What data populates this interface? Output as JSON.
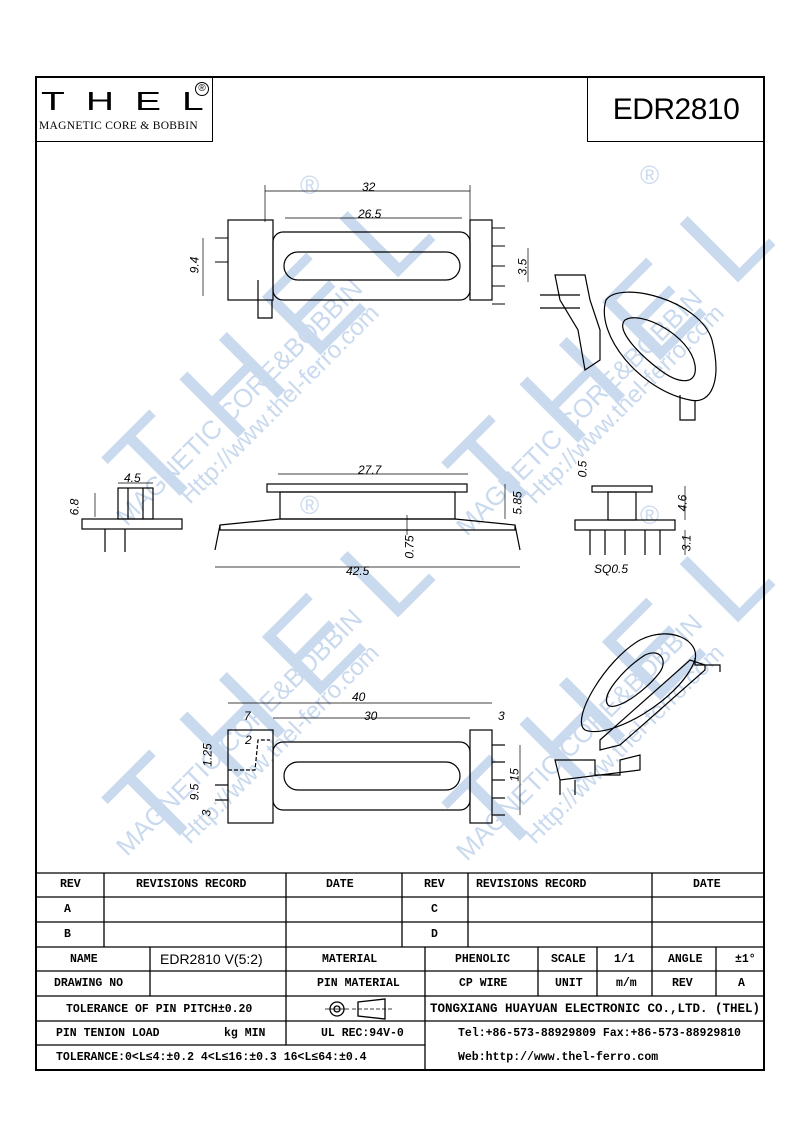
{
  "header": {
    "logo_word": "THEL",
    "logo_registered": "®",
    "logo_subtitle": "MAGNETIC CORE & BOBBIN",
    "model": "EDR2810"
  },
  "watermark": {
    "brand": "THEL",
    "subtitle": "MAGNETIC CORE&BOBBIN",
    "url": "Http://www.thel-ferro.com",
    "registered": "®"
  },
  "dimensions": {
    "top_view": {
      "overall_width": "32",
      "window_width": "26.5",
      "height": "9.4",
      "pin_pitch": "3.5"
    },
    "side_left": {
      "width": "4.5",
      "height": "6.8"
    },
    "front_view": {
      "flange_width": "27.7",
      "height": "5.85",
      "thickness": "0.75",
      "overall_width": "42.5"
    },
    "side_right": {
      "top": "0.5",
      "height": "4.6",
      "pin_length": "3.1",
      "pin_size": "SQ0.5"
    },
    "bottom_view": {
      "overall_width": "40",
      "window_width": "30",
      "left_offset": "7",
      "right_offset": "3",
      "step": "2",
      "pitch": "1.25",
      "pin_span": "9.5",
      "pin_pitch": "3",
      "height": "15"
    }
  },
  "title_block": {
    "rev_header": "REV",
    "revisions_header": "REVISIONS RECORD",
    "date_header": "DATE",
    "rev_a": "A",
    "rev_b": "B",
    "rev_c": "C",
    "rev_d": "D",
    "name_label": "NAME",
    "name_value": "EDR2810 V(5:2)",
    "material_label": "MATERIAL",
    "material_value": "PHENOLIC",
    "scale_label": "SCALE",
    "scale_value": "1/1",
    "angle_label": "ANGLE",
    "angle_value": "±1°",
    "drawing_no_label": "DRAWING NO",
    "pin_material_label": "PIN MATERIAL",
    "pin_material_value": "CP WIRE",
    "unit_label": "UNIT",
    "unit_value": "m/m",
    "rev_label": "REV",
    "rev_value": "A",
    "pin_pitch_tolerance": "TOLERANCE OF PIN PITCH±0.20",
    "company": "TONGXIANG HUAYUAN ELECTRONIC CO.,LTD. (THEL)",
    "pin_tension_label": "PIN TENION LOAD",
    "pin_tension_unit": "kg MIN",
    "ul_rec": "UL REC:94V-0",
    "tel_fax": "Tel:+86-573-88929809 Fax:+86-573-88929810",
    "tolerance": "TOLERANCE:0<L≤4:±0.2  4<L≤16:±0.3  16<L≤64:±0.4",
    "web": "Web:http://www.thel-ferro.com"
  }
}
